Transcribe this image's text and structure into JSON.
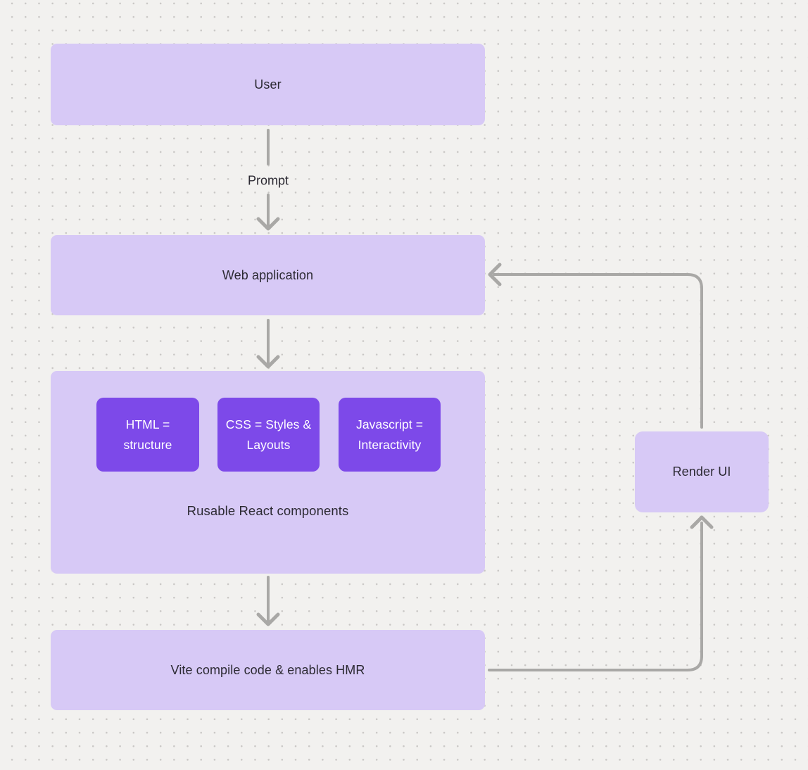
{
  "colors": {
    "page_bg": "#f2f1ef",
    "dot": "#c9c7c5",
    "node_fill": "#d7c9f6",
    "accent_fill": "#7d49e9",
    "accent_text": "#ffffff",
    "node_text": "#2c2a33",
    "connector": "#a9a8a6"
  },
  "nodes": {
    "user": {
      "label": "User"
    },
    "web_application": {
      "label": "Web application"
    },
    "components_group": {
      "caption": "Rusable React components",
      "items": [
        {
          "label": "HTML = structure"
        },
        {
          "label": "CSS = Styles & Layouts"
        },
        {
          "label": "Javascript = Interactivity"
        }
      ]
    },
    "vite": {
      "label": "Vite compile code & enables HMR"
    },
    "render_ui": {
      "label": "Render UI"
    }
  },
  "edges": {
    "user_to_web_label": "Prompt"
  }
}
